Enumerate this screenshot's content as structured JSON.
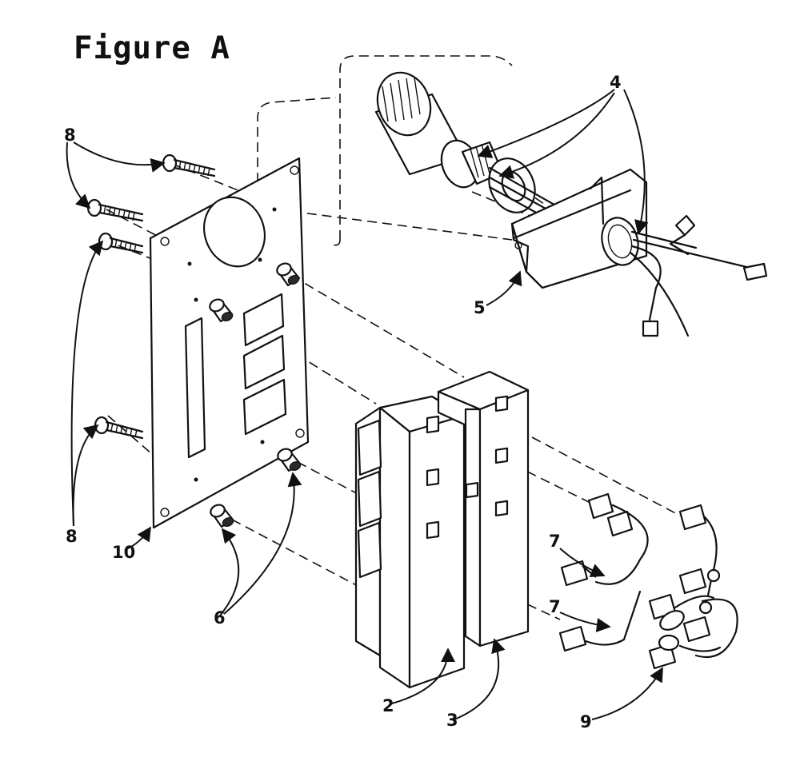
{
  "figure": {
    "title": "Figure A"
  },
  "callouts": {
    "c2": "2",
    "c3": "3",
    "c4": "4",
    "c5": "5",
    "c6": "6",
    "c7a": "7",
    "c7b": "7",
    "c8a": "8",
    "c8b": "8",
    "c9": "9",
    "c10": "10"
  }
}
